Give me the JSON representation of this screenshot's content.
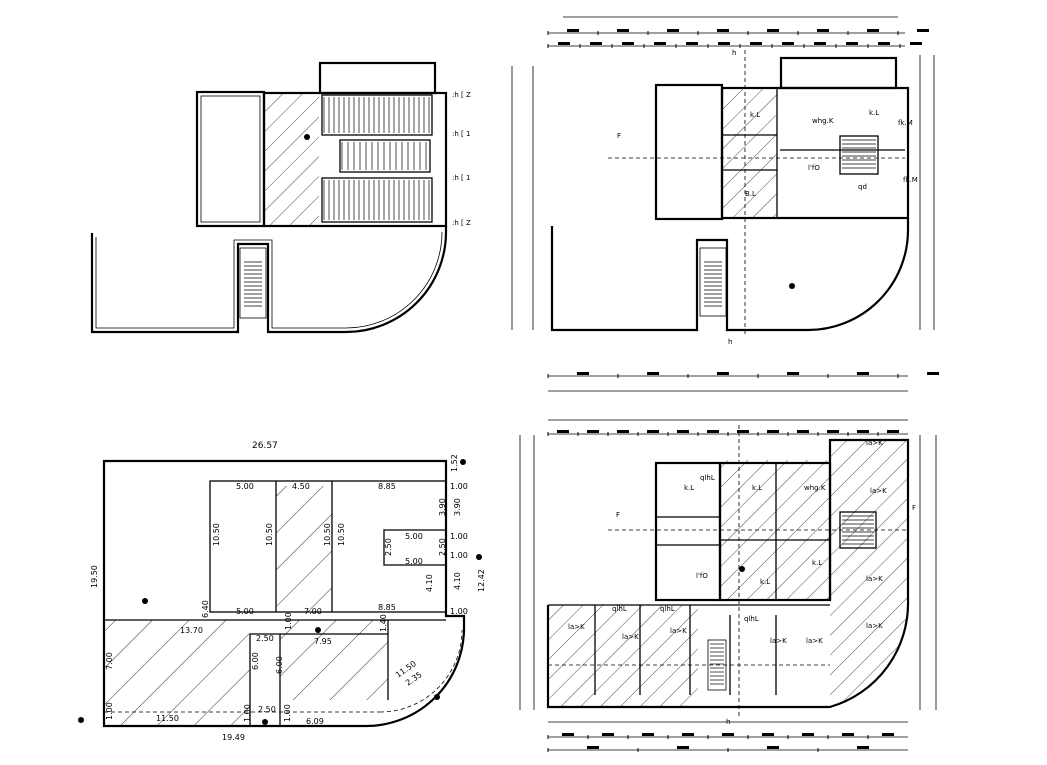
{
  "plan_top_left": {
    "grid_labels": [
      ":h [ Z",
      ":h [ 1",
      ":h [ 1",
      ":h [ Z"
    ]
  },
  "plan_top_right": {
    "room_labels": [
      "k.L",
      "whg.K",
      "k.L",
      "fk.M",
      "fk.M",
      "l'fO",
      "qd",
      "B.L"
    ],
    "marker_f": "F",
    "marker_h": "h"
  },
  "site_plan": {
    "overall_width": "26.57",
    "overall_bottom": "19.49",
    "overall_height_left": "19.50",
    "overall_height_right": "12.42",
    "dims": {
      "d_500_a": "5.00",
      "d_450": "4.50",
      "d_885_top": "8.85",
      "d_100_a": "1.00",
      "d_152": "1.52",
      "d_390_a": "3.90",
      "d_390_b": "3.90",
      "d_1050_a": "10.50",
      "d_1050_b": "10.50",
      "d_1050_c": "10.50",
      "d_1050_d": "10.50",
      "d_500_b": "5.00",
      "d_100_b": "1.00",
      "d_250_a": "2.50",
      "d_250_b": "2.50",
      "d_100_c": "1.00",
      "d_500_c": "5.00",
      "d_410_a": "4.10",
      "d_410_b": "4.10",
      "d_500_d": "5.00",
      "d_700_a": "7.00",
      "d_885_b": "8.85",
      "d_100_d": "1.00",
      "d_640": "6.40",
      "d_1370": "13.70",
      "d_250_c": "2.50",
      "d_100_e": "1.00",
      "d_795": "7.95",
      "d_140": "1.40",
      "d_700_b": "7.00",
      "d_600_a": "6.00",
      "d_600_b": "6.00",
      "d_1150_a": "11.50",
      "d_1150_b": "11.50",
      "d_235": "2.35",
      "d_100_f": "1.00",
      "d_100_g": "1.00",
      "d_250_d": "2.50",
      "d_100_h": "1.00",
      "d_609": "6.09"
    }
  },
  "plan_bottom_right": {
    "room_labels": [
      "k.L",
      "k.L",
      "whg.K",
      "la>K",
      "la>K",
      "la>K",
      "l'fO",
      "k.L",
      "k.L",
      "la>K",
      "la>K",
      "la>K",
      "la>K",
      "la>K",
      "qlhL",
      "qlhL",
      "qlhL",
      "qlhL",
      "la>K"
    ],
    "marker_f": "F",
    "marker_h": "h"
  }
}
